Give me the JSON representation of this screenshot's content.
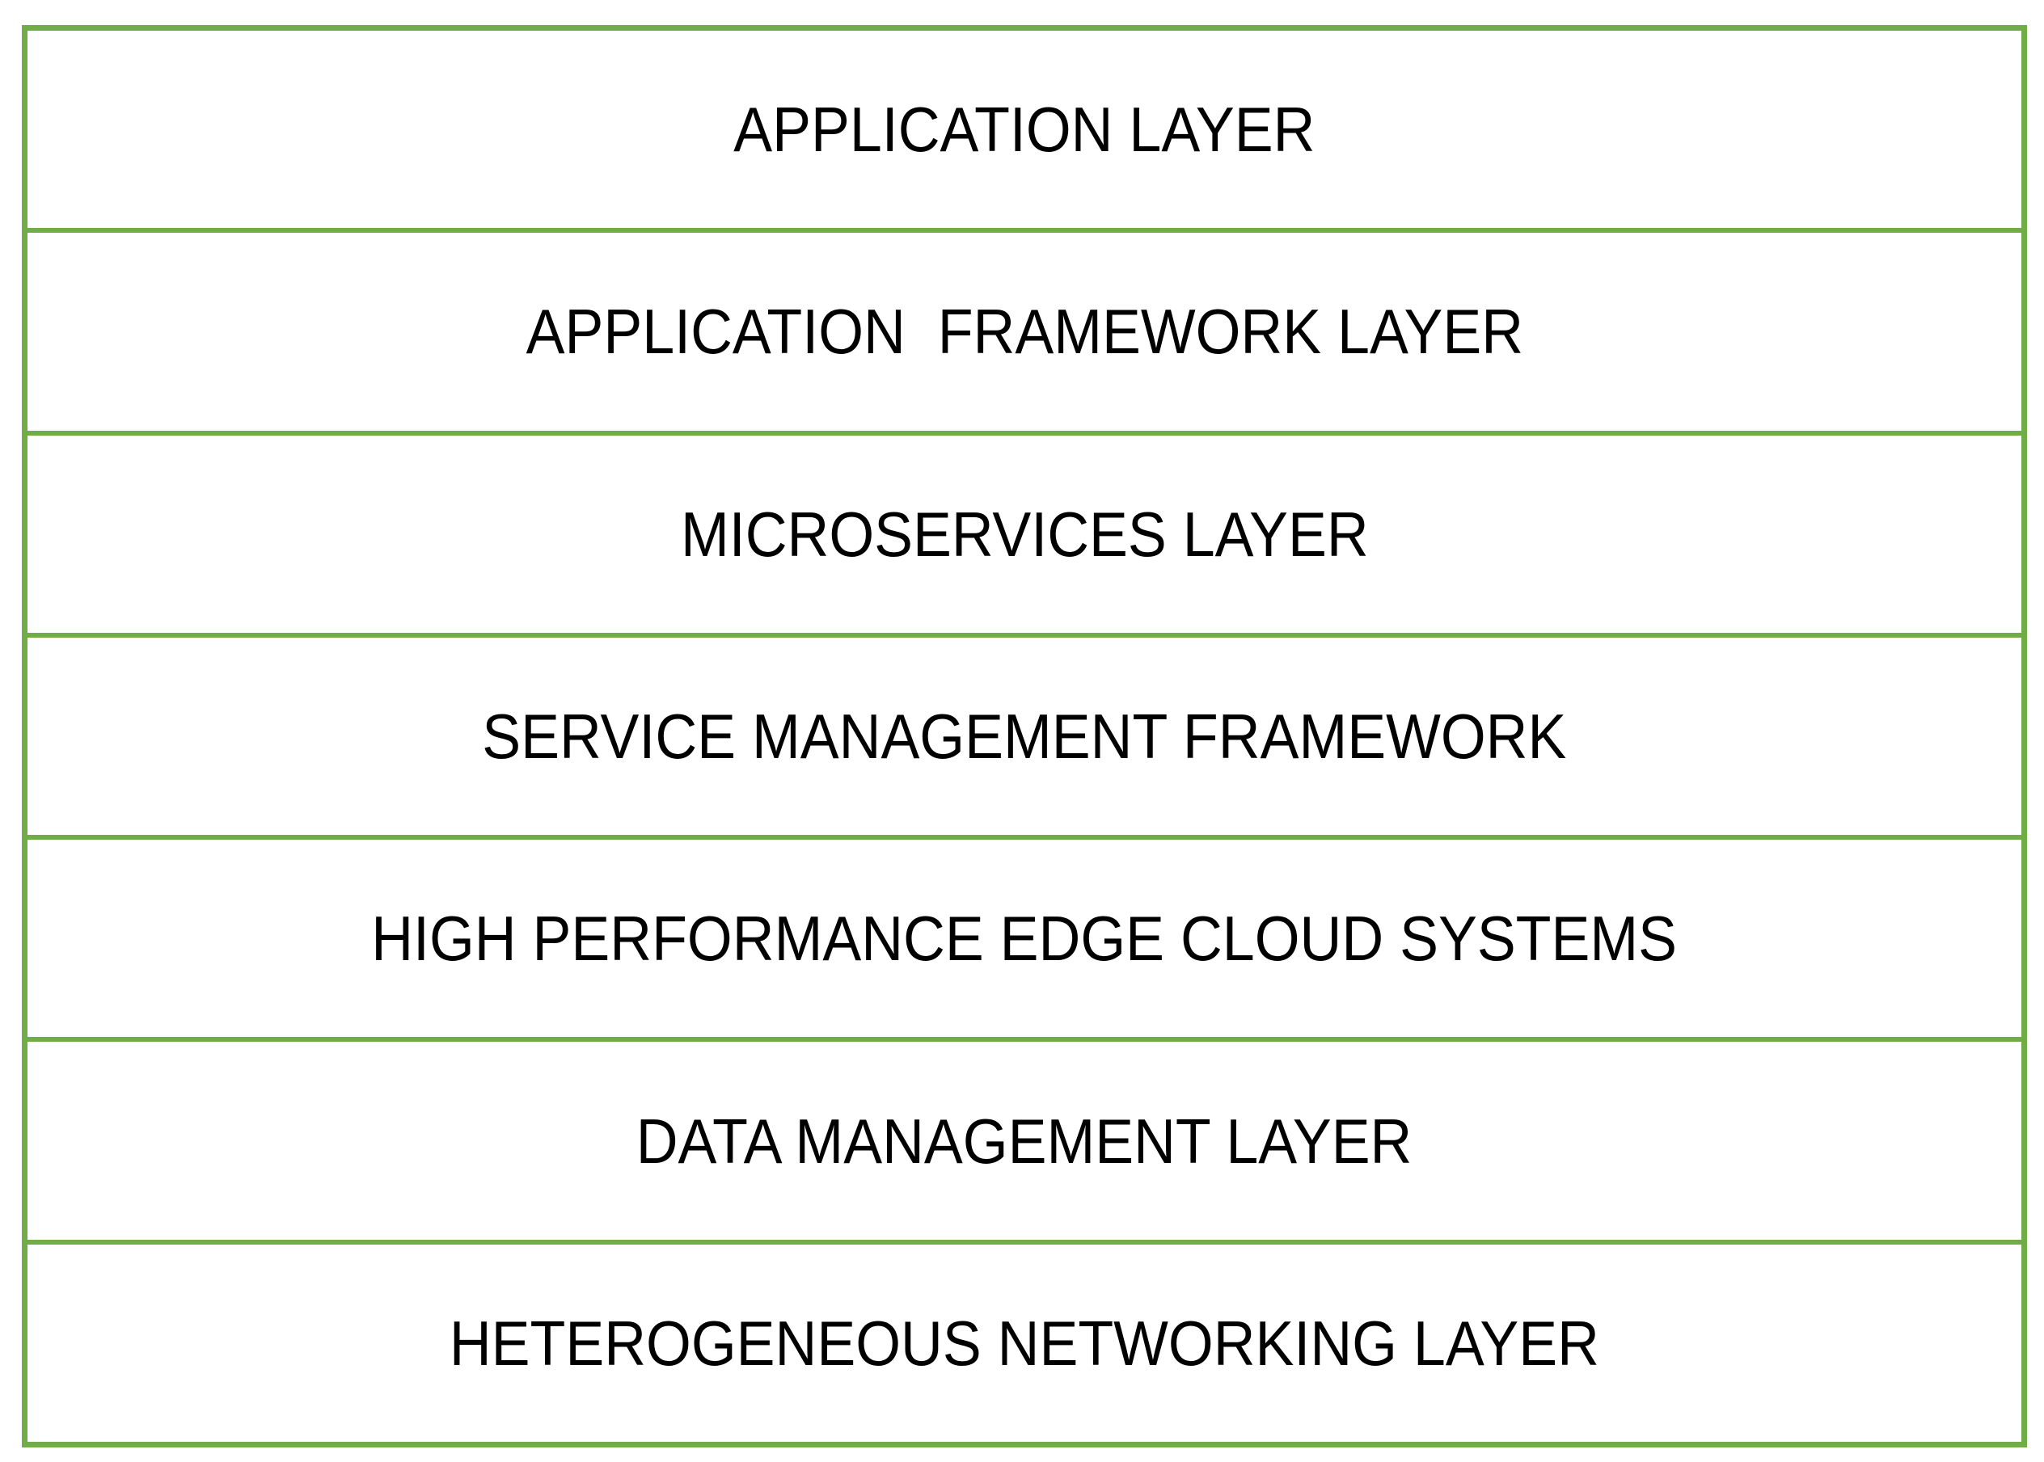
{
  "diagram": {
    "colors": {
      "border": "#70ad47",
      "text": "#000000",
      "background": "#ffffff"
    },
    "layers": [
      {
        "label": "APPLICATION LAYER"
      },
      {
        "label": "APPLICATION  FRAMEWORK LAYER"
      },
      {
        "label": "MICROSERVICES LAYER"
      },
      {
        "label": "SERVICE MANAGEMENT FRAMEWORK"
      },
      {
        "label": "HIGH PERFORMANCE EDGE CLOUD SYSTEMS"
      },
      {
        "label": "DATA MANAGEMENT LAYER"
      },
      {
        "label": "HETEROGENEOUS NETWORKING LAYER"
      }
    ]
  }
}
